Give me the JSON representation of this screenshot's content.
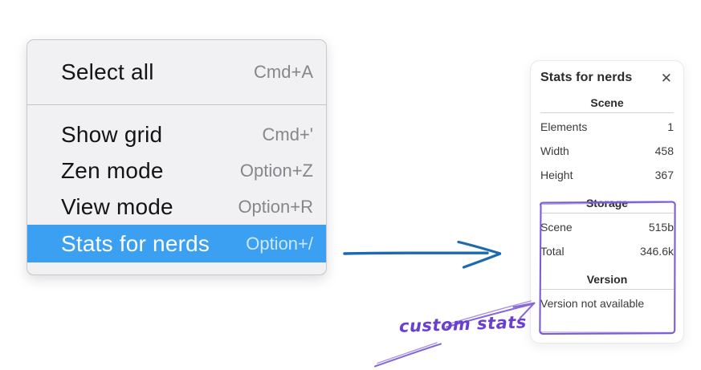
{
  "context_menu": {
    "items": [
      {
        "label": "Select all",
        "shortcut": "Cmd+A"
      },
      {
        "label": "Show grid",
        "shortcut": "Cmd+'"
      },
      {
        "label": "Zen mode",
        "shortcut": "Option+Z"
      },
      {
        "label": "View mode",
        "shortcut": "Option+R"
      },
      {
        "label": "Stats for nerds",
        "shortcut": "Option+/"
      }
    ],
    "selected_item": "Stats for nerds"
  },
  "stats_panel": {
    "title": "Stats for nerds",
    "close_icon": "✕",
    "scene_section": {
      "heading": "Scene",
      "rows": [
        {
          "label": "Elements",
          "value": "1"
        },
        {
          "label": "Width",
          "value": "458"
        },
        {
          "label": "Height",
          "value": "367"
        }
      ]
    },
    "storage_section": {
      "heading": "Storage",
      "rows": [
        {
          "label": "Scene",
          "value": "515b"
        },
        {
          "label": "Total",
          "value": "346.6k"
        }
      ]
    },
    "version_section": {
      "heading": "Version",
      "note": "Version not available"
    }
  },
  "annotations": {
    "custom_stats_label": "custom stats",
    "colors": {
      "menu_highlight_blue": "#3b9ff2",
      "arrow_blue": "#1c69b0",
      "annotation_purple": "#7c5cd6"
    }
  }
}
